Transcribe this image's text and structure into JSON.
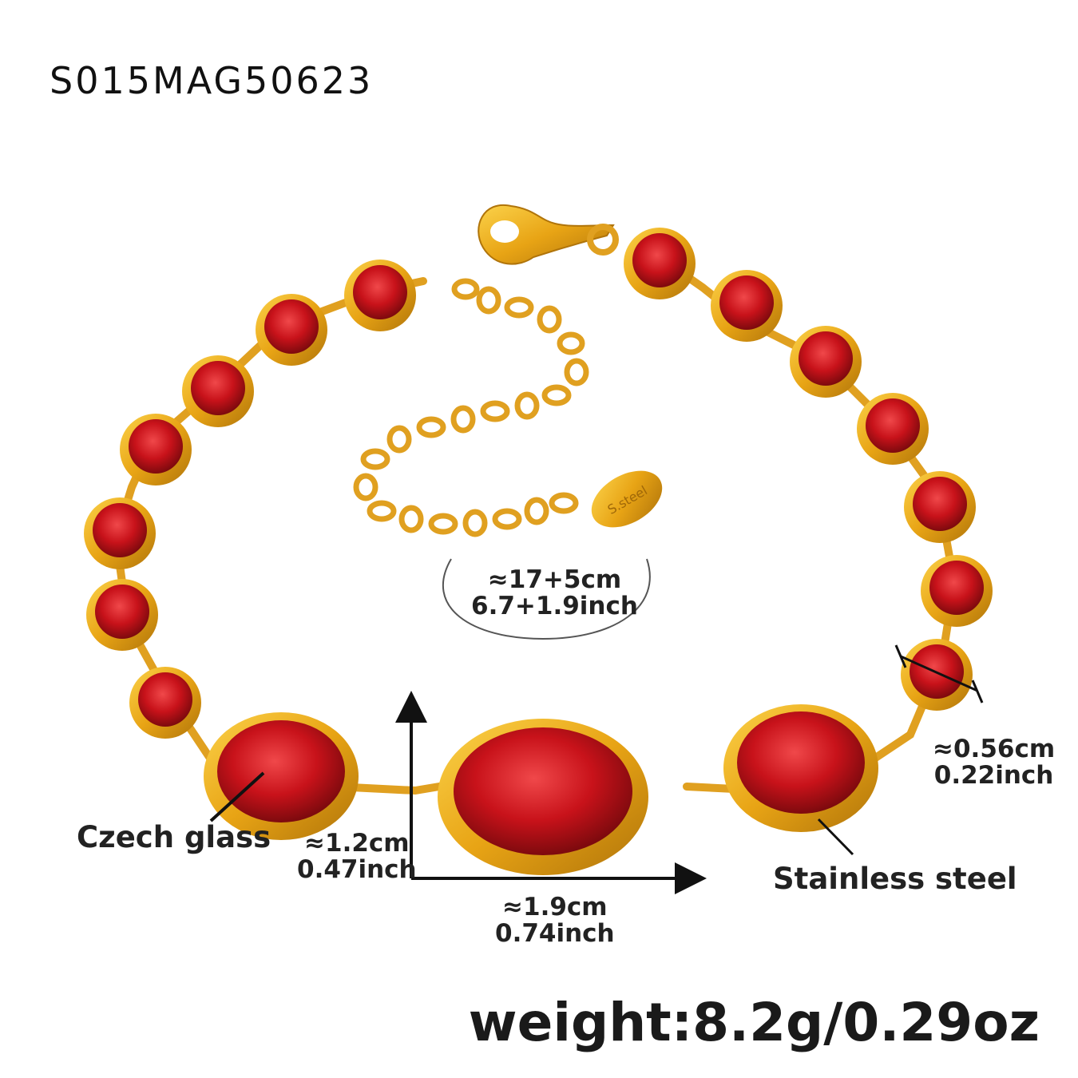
{
  "product": {
    "sku": "S015MAG50623",
    "weight": "weight:8.2g/0.29oz",
    "tag_text": "S.steel"
  },
  "labels": {
    "material_glass": "Czech glass",
    "material_metal": "Stainless steel"
  },
  "dimensions": {
    "length_cm": "≈17+5cm",
    "length_inch": "6.7+1.9inch",
    "small_stone_cm": "≈0.56cm",
    "small_stone_inch": "0.22inch",
    "oval_height_cm": "≈1.2cm",
    "oval_height_inch": "0.47inch",
    "oval_width_cm": "≈1.9cm",
    "oval_width_inch": "0.74inch"
  },
  "colors": {
    "gold": "#e8a415",
    "gold_light": "#fbd24a",
    "gold_dark": "#b0740a",
    "ruby": "#c8121a",
    "ruby_dark": "#7e0a0e",
    "ruby_light": "#f0484a"
  },
  "icons": [
    "lobster-clasp-icon",
    "extension-chain-icon",
    "arrow-up-icon",
    "arrow-right-icon"
  ]
}
